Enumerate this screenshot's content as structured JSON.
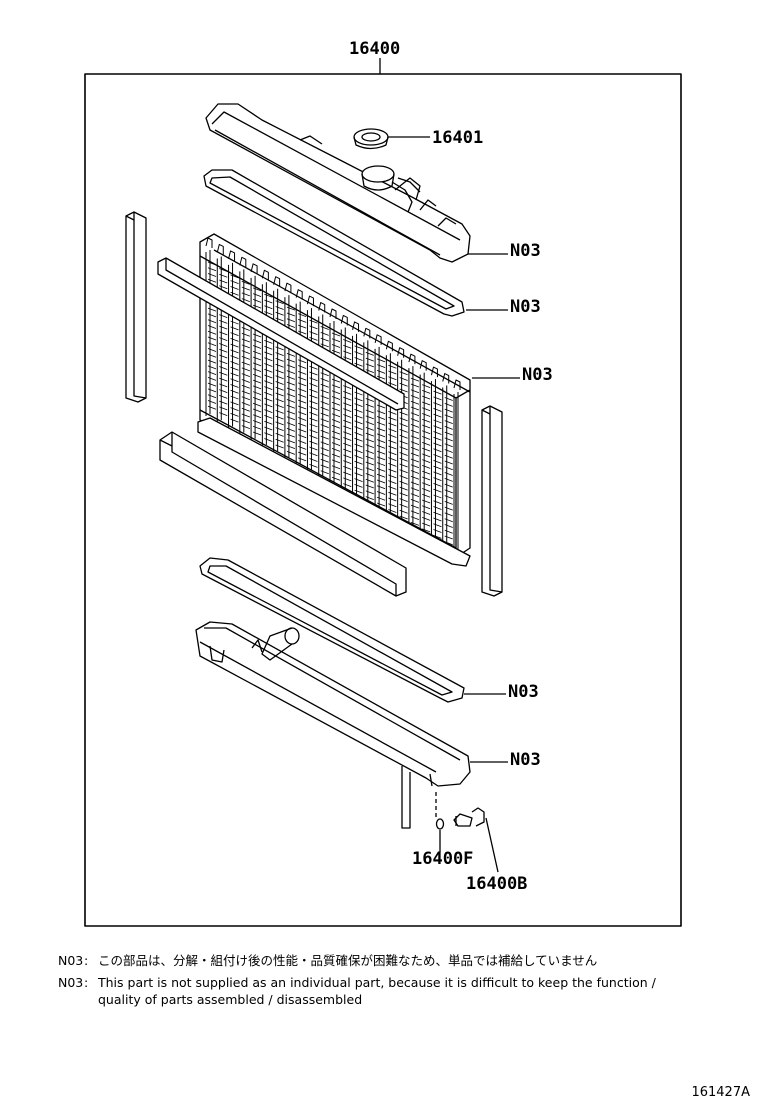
{
  "labels": {
    "assembly": "16400",
    "cap": "16401",
    "n03_1": "N03",
    "n03_2": "N03",
    "n03_3": "N03",
    "n03_4": "N03",
    "n03_5": "N03",
    "plug": "16400F",
    "cock": "16400B"
  },
  "notes": [
    {
      "key": "N03",
      "sep": ":",
      "lines": [
        "この部品は、分解・組付け後の性能・品質確保が困難なため、単品では補給していません"
      ]
    },
    {
      "key": "N03",
      "sep": ":",
      "lines": [
        "This part is not supplied as an individual part, because it is difficult to keep the function /",
        "quality of parts assembled / disassembled"
      ]
    }
  ],
  "figure_id": "161427A",
  "icons": [
    "radiator-upper-tank",
    "radiator-cap",
    "gasket",
    "radiator-core",
    "side-seal",
    "lower-tank",
    "drain-cock"
  ]
}
